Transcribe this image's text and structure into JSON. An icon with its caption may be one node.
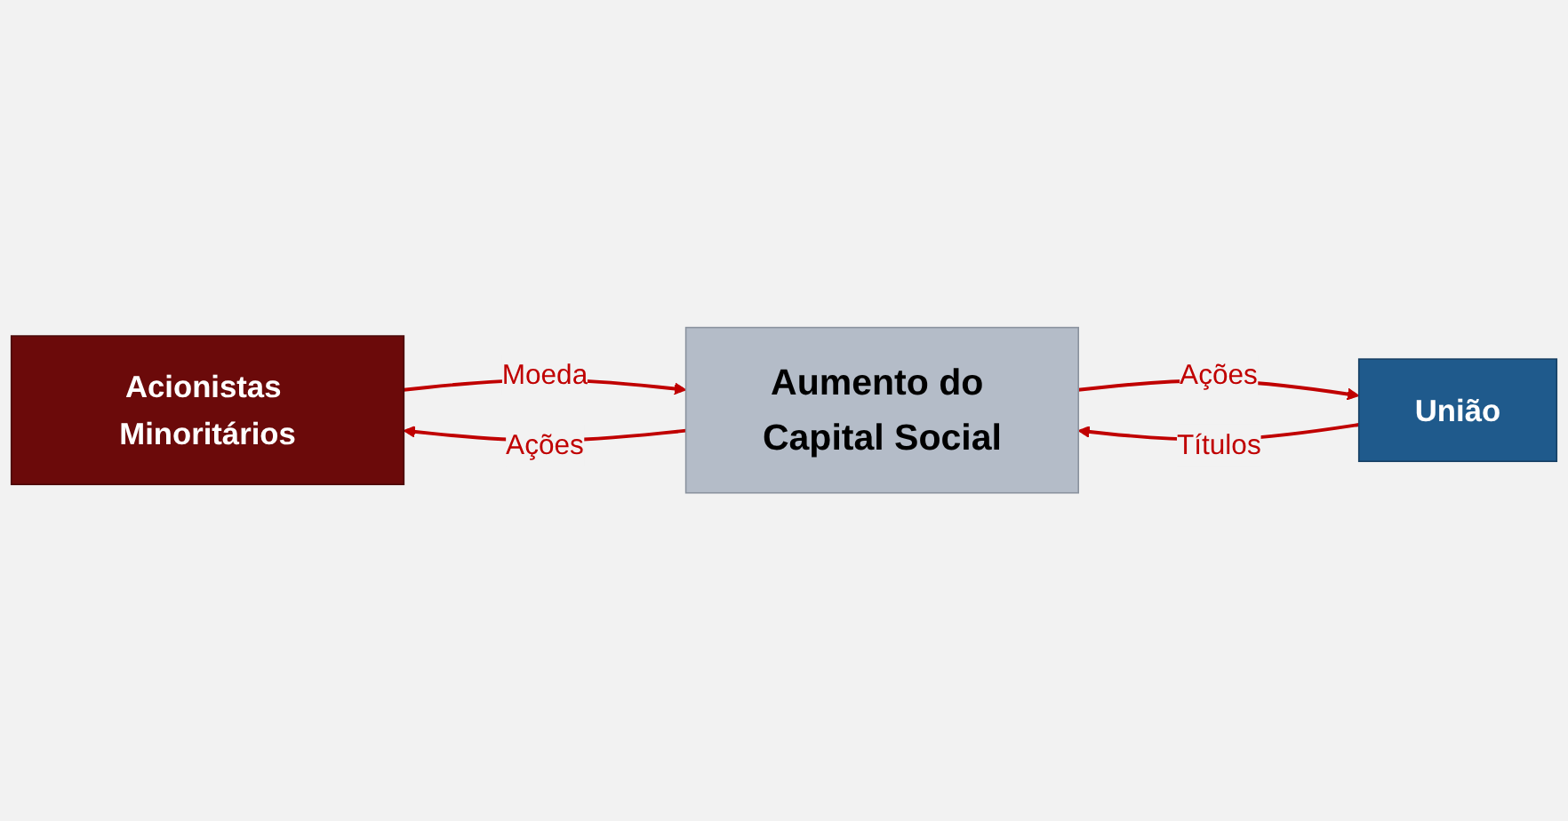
{
  "diagram": {
    "nodes": [
      {
        "text": [
          "Acionistas Minoritários"
        ]
      },
      {
        "text": [
          "União"
        ]
      },
      {
        "text": [
          "Aumento do Capital Social"
        ]
      }
    ],
    "edges": [
      {
        "from": 0,
        "to": 2,
        "arrow": "to",
        "label": "Moeda"
      },
      {
        "from": 2,
        "to": 0,
        "arrow": "to",
        "label": "Ações"
      },
      {
        "from": 1,
        "to": 2,
        "arrow": "to",
        "label": "Títulos"
      },
      {
        "from": 2,
        "to": 1,
        "arrow": "to",
        "label": "Ações"
      }
    ]
  }
}
